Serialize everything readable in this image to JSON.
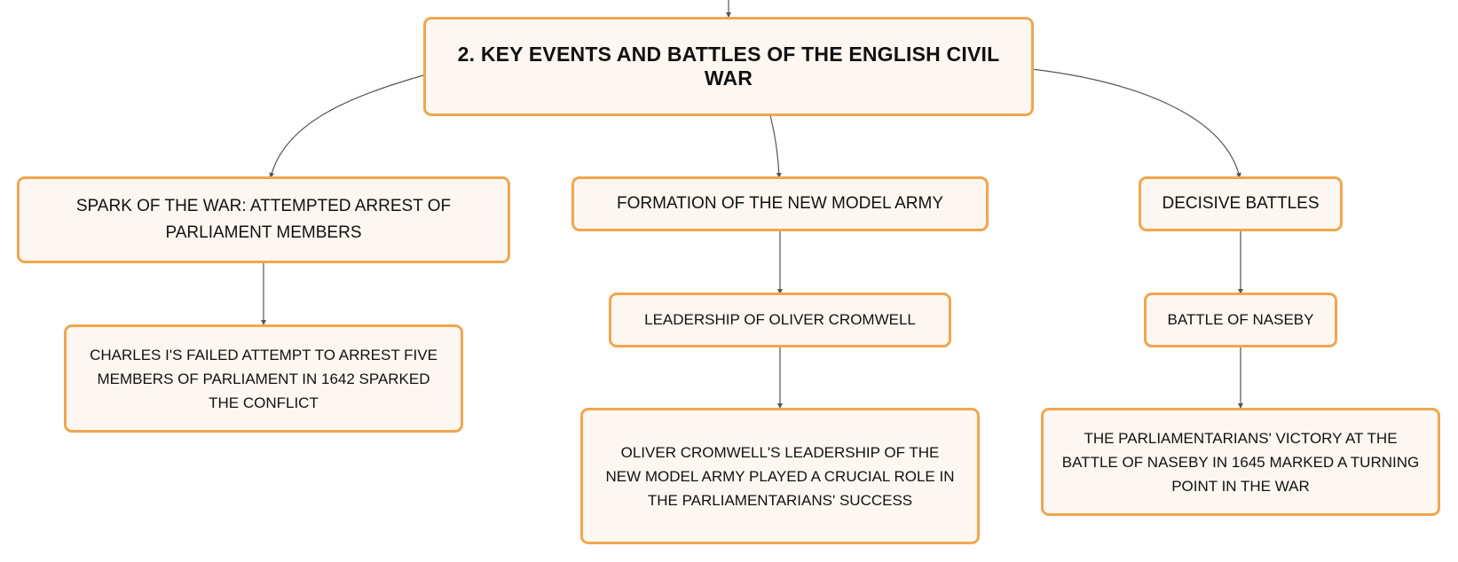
{
  "diagram": {
    "root": {
      "label": "2. KEY EVENTS AND BATTLES OF THE ENGLISH CIVIL WAR"
    },
    "branches": [
      {
        "label": "SPARK OF THE WAR: ATTEMPTED ARREST OF PARLIAMENT MEMBERS",
        "children": [
          {
            "label": "CHARLES I'S FAILED ATTEMPT TO ARREST FIVE MEMBERS OF PARLIAMENT IN 1642 SPARKED THE CONFLICT"
          }
        ]
      },
      {
        "label": "FORMATION OF THE NEW MODEL ARMY",
        "children": [
          {
            "label": "LEADERSHIP OF OLIVER CROMWELL"
          },
          {
            "label": "OLIVER CROMWELL'S LEADERSHIP OF THE NEW MODEL ARMY PLAYED A CRUCIAL ROLE IN THE PARLIAMENTARIANS' SUCCESS"
          }
        ]
      },
      {
        "label": "DECISIVE BATTLES",
        "children": [
          {
            "label": "BATTLE OF NASEBY"
          },
          {
            "label": "THE PARLIAMENTARIANS' VICTORY AT THE BATTLE OF NASEBY IN 1645 MARKED A TURNING POINT IN THE WAR"
          }
        ]
      }
    ]
  },
  "colors": {
    "node_border": "#f0a64e",
    "node_fill": "#fef7f1",
    "connector": "#555555",
    "text": "#111111"
  }
}
